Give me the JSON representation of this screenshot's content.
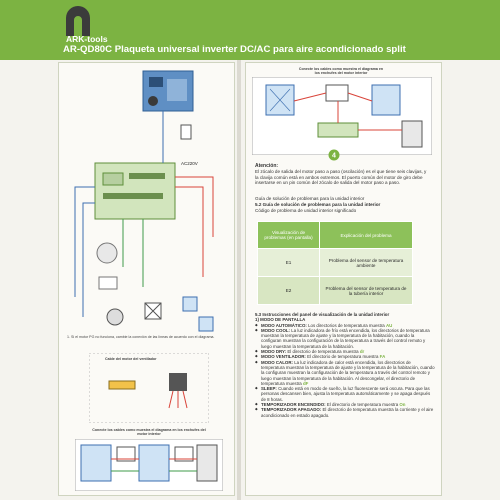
{
  "header": {
    "logo_text": "ARK-tools",
    "title": "AR-QD80C Plaqueta universal inverter DC/AC para aire acondicionado split"
  },
  "left": {
    "ac_label": "AC220V",
    "caption_1": "1. Si el motor PG no funciona, cambie la conexión de las líneas de acuerdo con el diagrama.",
    "box_title": "Cable del motor del ventilador",
    "lower_title": "Conecte los cables como muestra el diagrama en los enchufes del motor interior"
  },
  "right": {
    "top_title": "Conecte los cables como muestra el diagrama en los enchufes del motor interior",
    "step_number": "4",
    "attention_title": "Atención:",
    "attention_body": "El zócalo de salida del motor paso a paso (oscilación) es el que tiene seis clavijas, y la clavija común está en ambos extremos. El puerto común del motor de giro debe insertarse en un pin común del zócalo de salida del motor paso a paso.",
    "guide": [
      "Guía de solución de problemas para la unidad interior",
      "5.2 Guía de solución de problemas para la unidad interior",
      "Código de problema de unidad interior significado"
    ],
    "table_headers": [
      "Visualización de problemas (en pantalla)",
      "Explicación del problema"
    ],
    "table_rows": [
      [
        "E1",
        "Problema del sensor de temperatura ambiente"
      ],
      [
        "E2",
        "Problema del sensor de temperatura de la tubería interior"
      ]
    ],
    "instr_title": "5.3 Instrucciones del panel de visualización de la unidad interior",
    "instr_sub": "1) MODO DE PANTALLA",
    "modes": [
      {
        "label": "MODO AUTOMÁTICO:",
        "text": "Los directorios de temperatura muestra",
        "disp": "AU"
      },
      {
        "label": "MODO COOL:",
        "text": "La luz indicadora de frío está encendida, los directorios de temperatura muestran la temperatura de ajuste y la temperatura de la habitación, cuando la configuran muestran la configuración de la temperatura a través del control remoto y luego muestran la temperatura de la habitación.",
        "disp": ""
      },
      {
        "label": "MODO DRY:",
        "text": "El directorio de temperatura muestra",
        "disp": "dr"
      },
      {
        "label": "MODO VENTILADOR:",
        "text": "El directorio de temperatura muestra",
        "disp": "FA"
      },
      {
        "label": "MODO CALOR:",
        "text": "La luz indicadora de calor está encendida, los directorios de temperatura muestran la temperatura de ajuste y la temperatura de la habitación, cuando la configuran muestran la configuración de la temperatura a través del control remoto y luego muestran la temperatura de la habitación. Al descongelar, el directorio de temperatura muestra",
        "disp": "dF"
      },
      {
        "label": "SLEEP:",
        "text": "Cuando está en modo de sueño, la luz fluorescente será oscura. Para que las personas descansen bien, ajusta la temperatura automáticamente y se apaga después de 8 horas.",
        "disp": ""
      },
      {
        "label": "TEMPORIZADOR ENCENDIDO:",
        "text": "El directorio de temperatura muestra",
        "disp": "On"
      },
      {
        "label": "TEMPORIZADOR APAGADO:",
        "text": "El directorio de temperatura muestra la corriente y el aire acondicionado en estado apagado.",
        "disp": ""
      }
    ]
  }
}
